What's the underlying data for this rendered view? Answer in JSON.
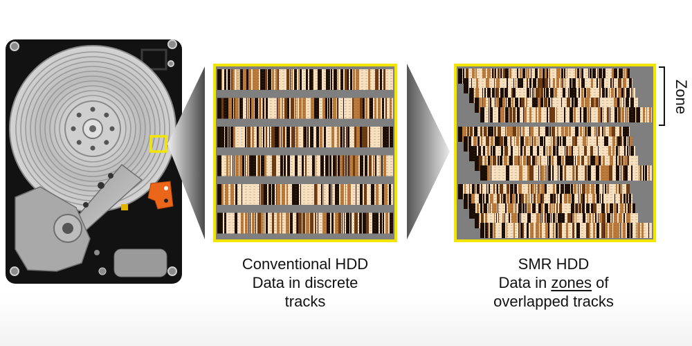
{
  "colors": {
    "highlight": "#f2e600",
    "track_dark": "#1a0d05",
    "track_light": "#f6e0c0",
    "track_mid": "#b97a3c",
    "gap": "#7f7f7f",
    "drive_body": "#111111",
    "platter": "#bdbdbd",
    "actuator_part": "#e9661b"
  },
  "icons": {
    "drive": "hard-disk-drive-icon",
    "arrow": "chevron-right-shape"
  },
  "conventional": {
    "line1": "Conventional HDD",
    "line2": "Data in discrete",
    "line3": "tracks"
  },
  "smr": {
    "line1": "SMR HDD",
    "line2_pre": "Data in ",
    "line2_underlined": "zones",
    "line2_post": " of",
    "line3": "overlapped tracks",
    "zone_label": "Zone"
  }
}
